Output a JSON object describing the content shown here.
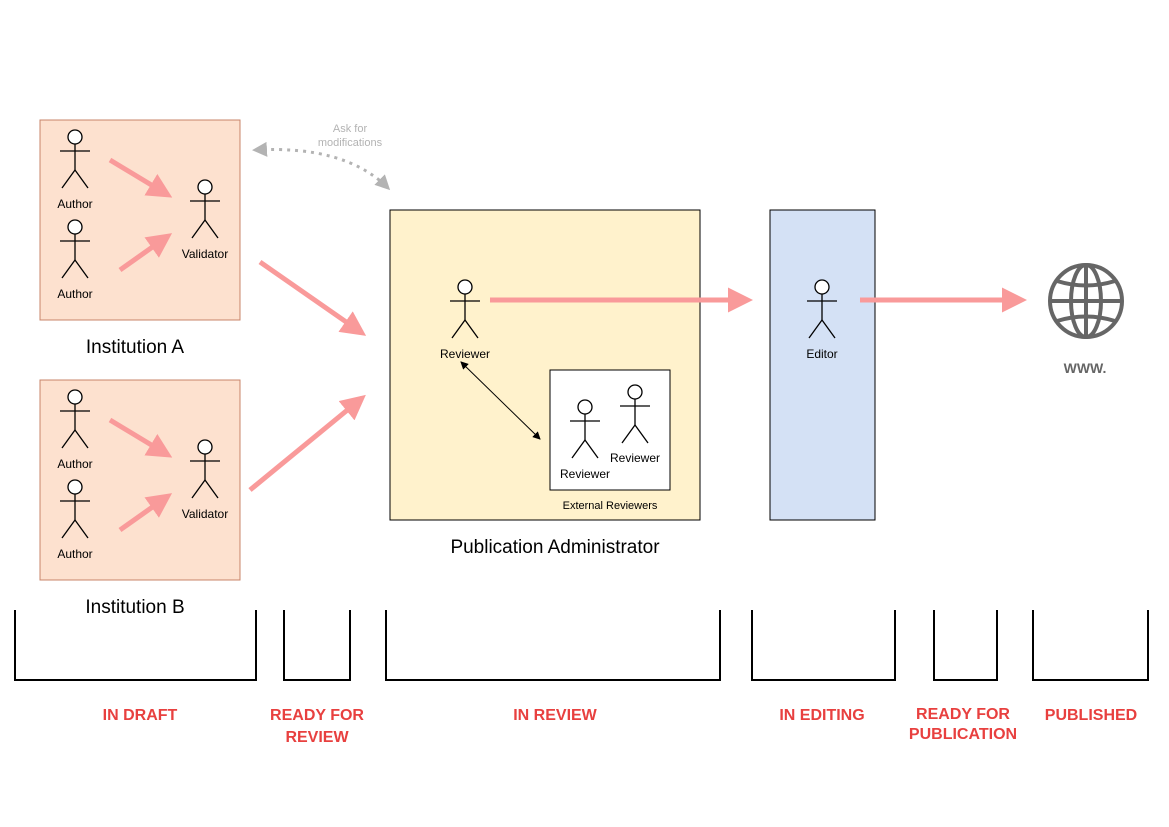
{
  "institutions": [
    {
      "name": "Institution A",
      "authors": [
        "Author",
        "Author"
      ],
      "validator": "Validator"
    },
    {
      "name": "Institution B",
      "authors": [
        "Author",
        "Author"
      ],
      "validator": "Validator"
    }
  ],
  "feedback": {
    "line1": "Ask for",
    "line2": "modifications"
  },
  "publication_admin": {
    "title": "Publication Administrator",
    "reviewer": "Reviewer",
    "external_box_label": "External Reviewers",
    "external_reviewers": [
      "Reviewer",
      "Reviewer"
    ]
  },
  "editor": {
    "label": "Editor"
  },
  "web": {
    "label": "WWW."
  },
  "stages": {
    "in_draft": "IN DRAFT",
    "ready_review_1": "READY FOR",
    "ready_review_2": "REVIEW",
    "in_review": "IN REVIEW",
    "in_editing": "IN EDITING",
    "ready_pub_1": "READY FOR",
    "ready_pub_2": "PUBLICATION",
    "published": "PUBLISHED"
  },
  "colors": {
    "institution_fill": "#fde1cf",
    "institution_stroke": "#c8846a",
    "admin_fill": "#fff2cc",
    "editor_fill": "#d4e1f5",
    "flow_arrow": "#f99a9a",
    "feedback_arrow": "#b3b3b3",
    "stage_text": "#e8403f",
    "globe": "#666666"
  }
}
